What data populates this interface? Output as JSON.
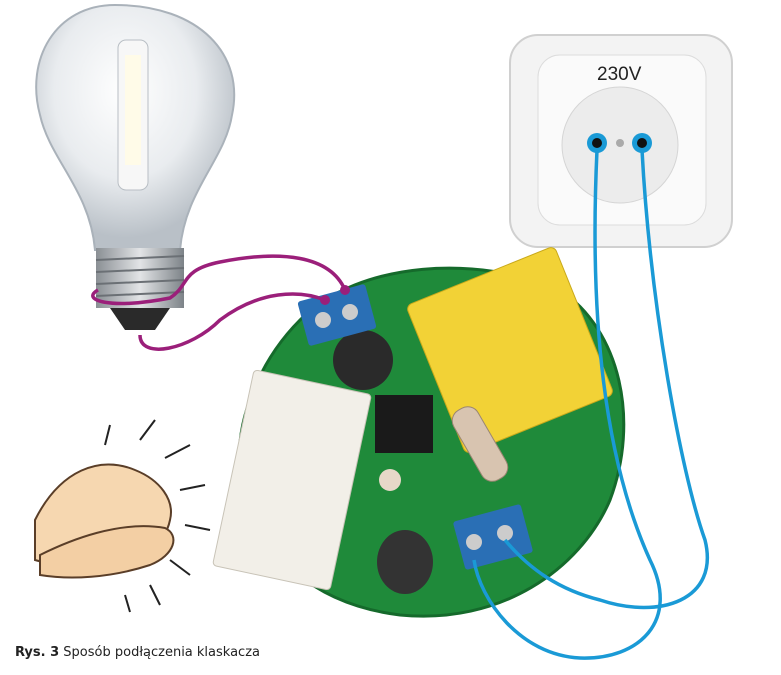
{
  "socket": {
    "voltage_label": "230V"
  },
  "caption": {
    "label": "Rys. 3",
    "text": "Sposób podłączenia klaskacza"
  },
  "colors": {
    "pcb": "#1f8a3a",
    "wire_lamp": "#9b1f7a",
    "wire_mains": "#1a9ad6",
    "capacitor": "#f2d236",
    "terminal": "#2a6fb5"
  }
}
